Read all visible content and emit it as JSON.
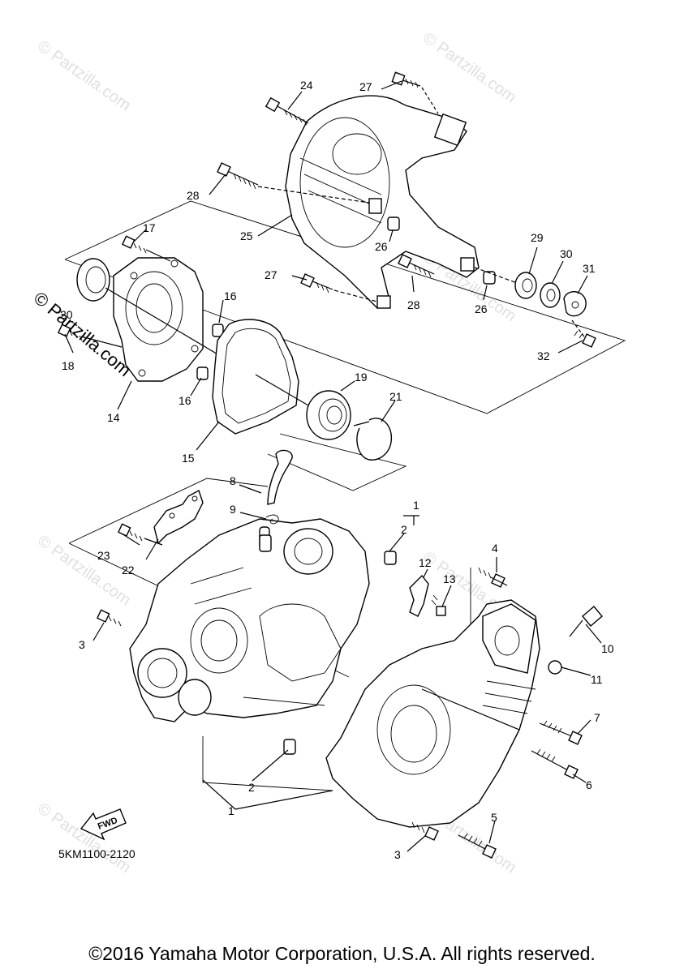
{
  "watermark": "© Partzilla.com",
  "diagram_code": "5KM1100-2120",
  "fwd_label": "FWD",
  "copyright": "©2016 Yamaha Motor Corporation, U.S.A. All rights reserved.",
  "callouts": {
    "c24": "24",
    "c27a": "27",
    "c28a": "28",
    "c25": "25",
    "c26a": "26",
    "c27b": "27",
    "c28b": "28",
    "c26b": "26",
    "c29": "29",
    "c30": "30",
    "c31": "31",
    "c32": "32",
    "c17": "17",
    "c20": "20",
    "c18": "18",
    "c16a": "16",
    "c16b": "16",
    "c14": "14",
    "c15": "15",
    "c19": "19",
    "c21": "21",
    "c8": "8",
    "c9": "9",
    "c1a": "1",
    "c2a": "2",
    "c23": "23",
    "c22": "22",
    "c4": "4",
    "c12": "12",
    "c13": "13",
    "c3a": "3",
    "c10": "10",
    "c11": "11",
    "c7": "7",
    "c6": "6",
    "c2b": "2",
    "c1b": "1",
    "c5": "5",
    "c3b": "3"
  }
}
